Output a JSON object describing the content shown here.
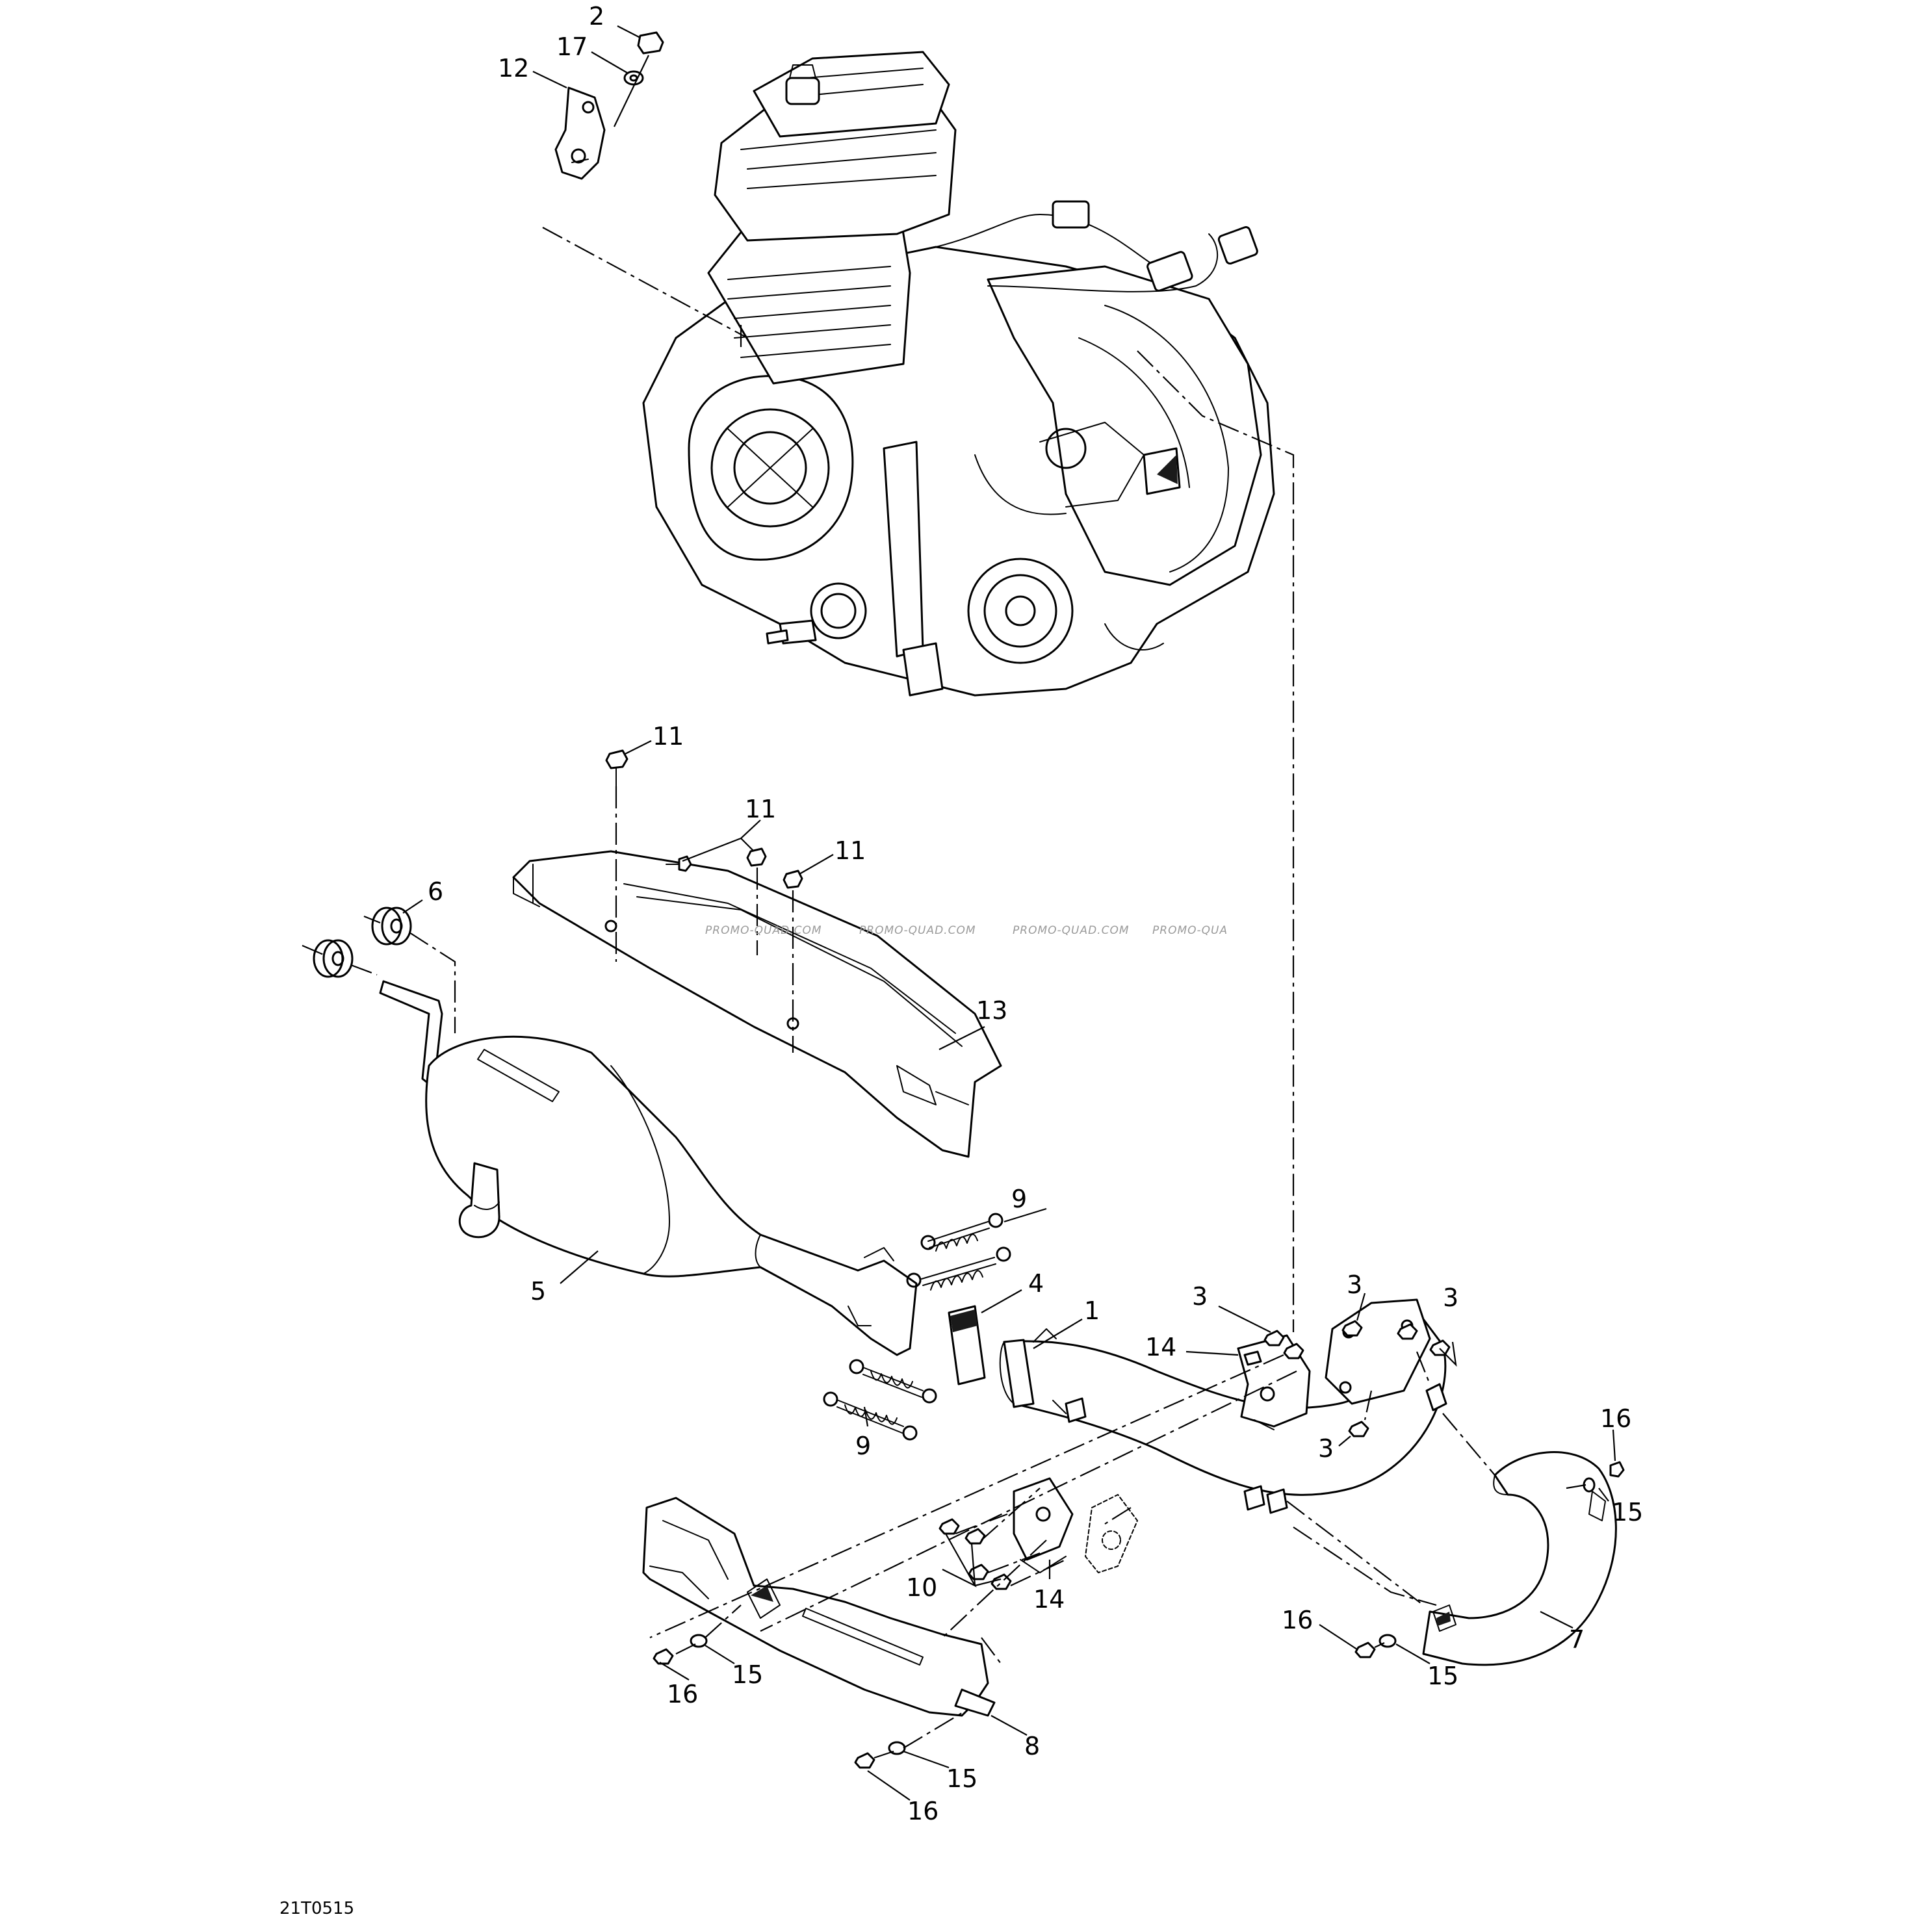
{
  "diagram": {
    "reference_code": "21T0515",
    "watermarks": [
      "PROMO-QUAD.COM",
      "PROMO-QUAD.COM",
      "PROMO-QUAD.COM",
      "PROMO-QUA"
    ],
    "callouts": [
      {
        "id": "c-2",
        "label": "2"
      },
      {
        "id": "c-17",
        "label": "17"
      },
      {
        "id": "c-12",
        "label": "12"
      },
      {
        "id": "c-11a",
        "label": "11"
      },
      {
        "id": "c-11b",
        "label": "11"
      },
      {
        "id": "c-11c",
        "label": "11"
      },
      {
        "id": "c-6",
        "label": "6"
      },
      {
        "id": "c-13",
        "label": "13"
      },
      {
        "id": "c-9a",
        "label": "9"
      },
      {
        "id": "c-5",
        "label": "5"
      },
      {
        "id": "c-4",
        "label": "4"
      },
      {
        "id": "c-1",
        "label": "1"
      },
      {
        "id": "c-3a",
        "label": "3"
      },
      {
        "id": "c-3b",
        "label": "3"
      },
      {
        "id": "c-3c",
        "label": "3"
      },
      {
        "id": "c-14a",
        "label": "14"
      },
      {
        "id": "c-3d",
        "label": "3"
      },
      {
        "id": "c-9b",
        "label": "9"
      },
      {
        "id": "c-16a",
        "label": "16"
      },
      {
        "id": "c-15a",
        "label": "15"
      },
      {
        "id": "c-10",
        "label": "10"
      },
      {
        "id": "c-14b",
        "label": "14"
      },
      {
        "id": "c-16b",
        "label": "16"
      },
      {
        "id": "c-7",
        "label": "7"
      },
      {
        "id": "c-15b",
        "label": "15"
      },
      {
        "id": "c-15c",
        "label": "15"
      },
      {
        "id": "c-16c",
        "label": "16"
      },
      {
        "id": "c-8",
        "label": "8"
      },
      {
        "id": "c-15d",
        "label": "15"
      },
      {
        "id": "c-16d",
        "label": "16"
      }
    ]
  }
}
